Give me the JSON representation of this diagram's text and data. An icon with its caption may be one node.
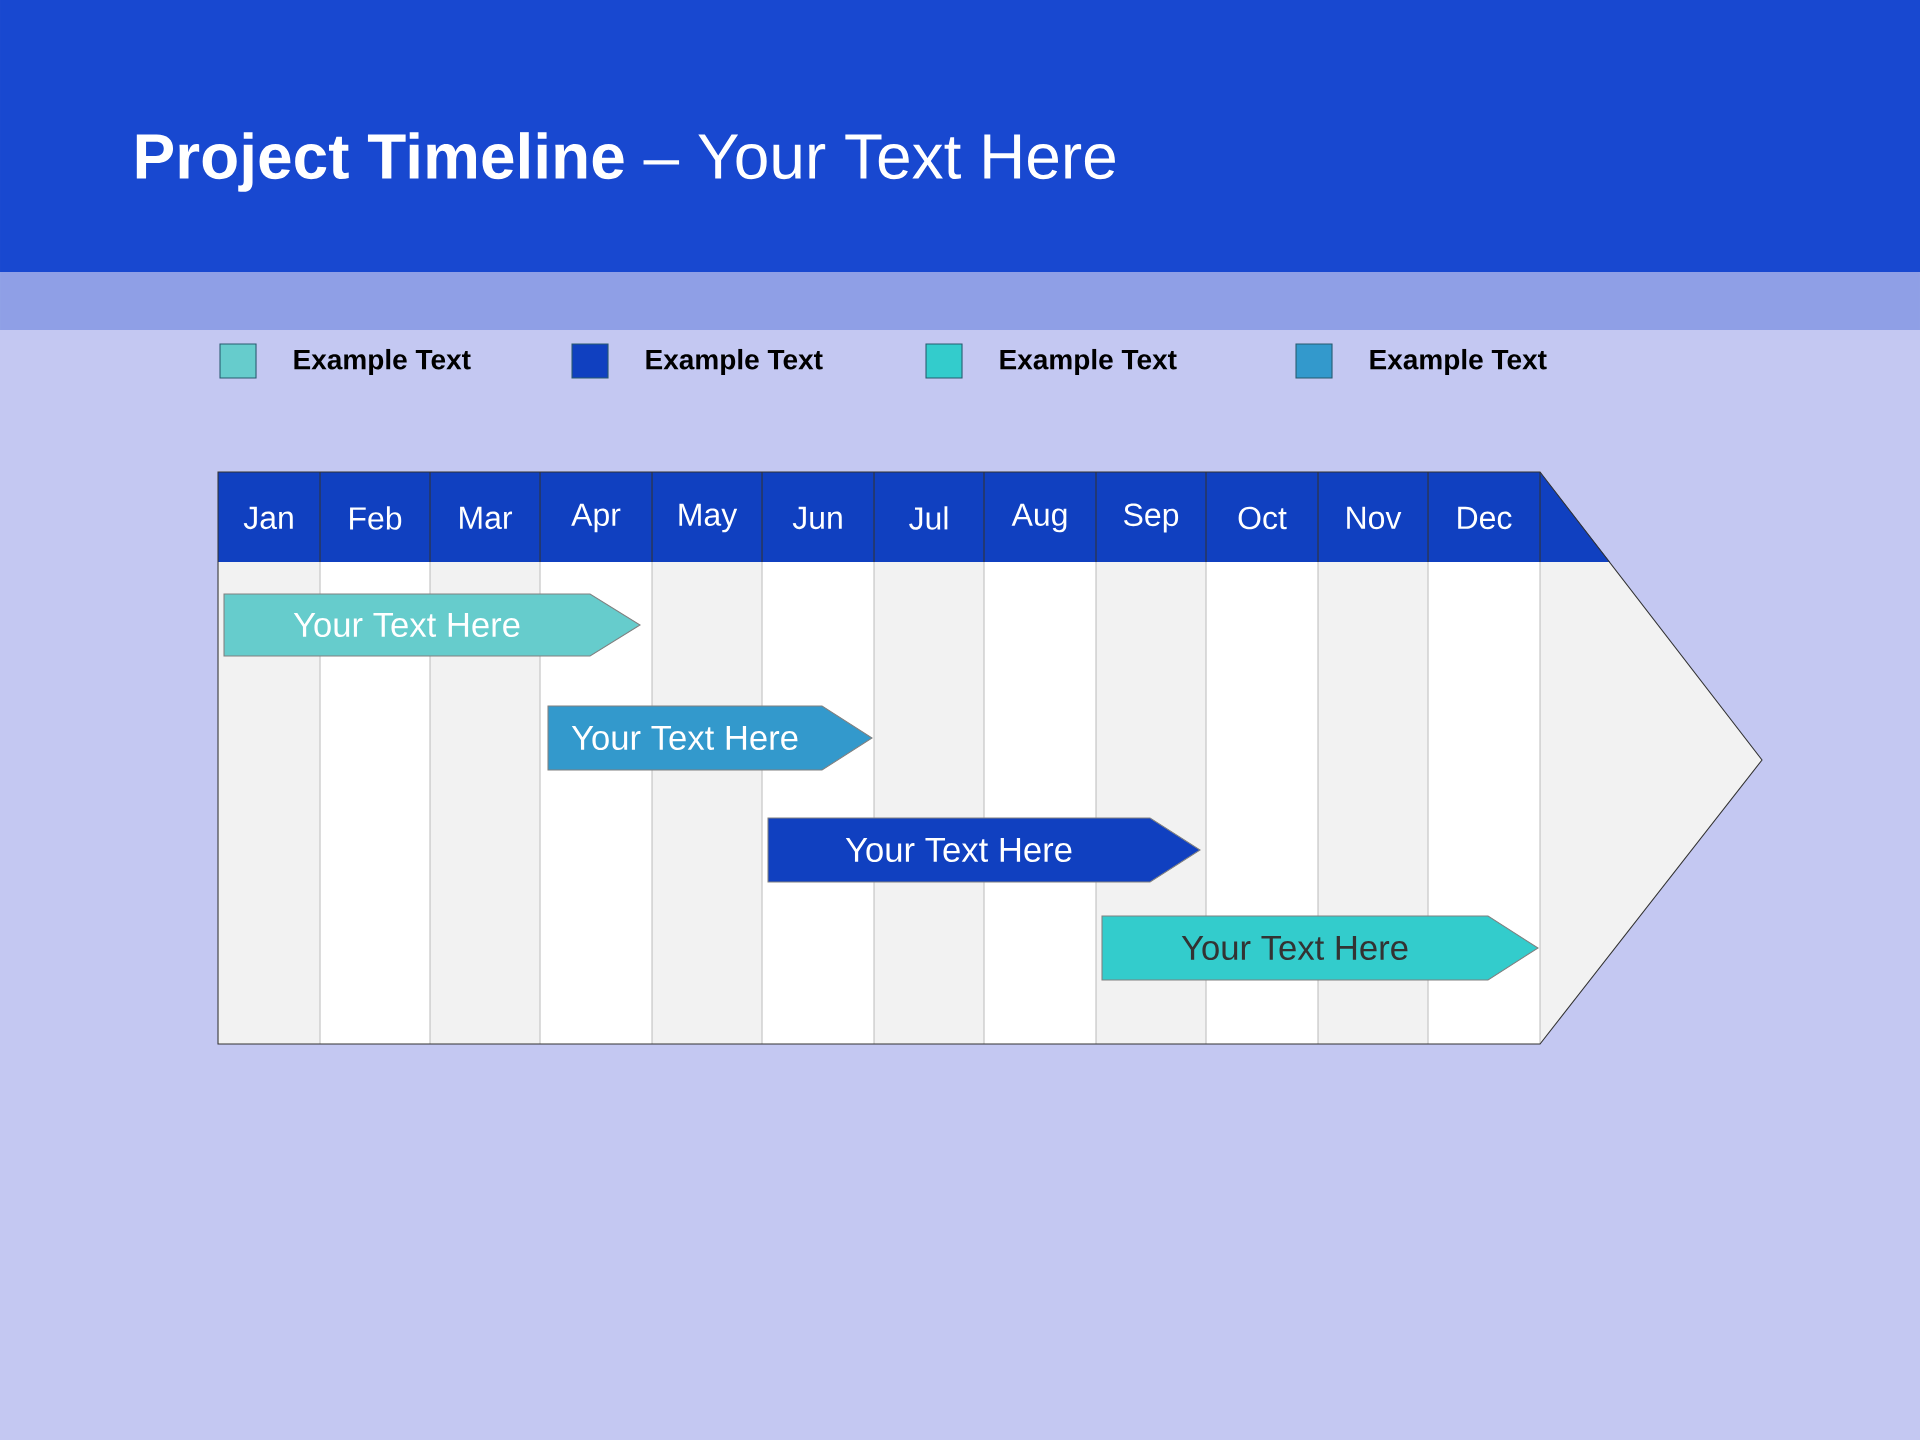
{
  "diagram": {
    "title": "**Project Timeline** – Your Text Here",
    "nodes": [
      {
        "text": [
          "Your Text Here"
        ]
      },
      {
        "text": [
          "Your Text Here"
        ]
      },
      {
        "text": [
          "Your Text Here"
        ]
      },
      {
        "text": [
          "Your Text Here"
        ]
      }
    ],
    "edges": [],
    "labels": [
      "Jan",
      "Feb",
      "Mar",
      "Apr",
      "May",
      "Jun",
      "Jul",
      "Aug",
      "Sep",
      "Oct",
      "Nov",
      "Dec"
    ],
    "legend": [
      {
        "text": "Example Text",
        "color": "#66cccc"
      },
      {
        "text": "Example Text",
        "color": "#1040c0"
      },
      {
        "text": "Example Text",
        "color": "#33cccc"
      },
      {
        "text": "Example Text",
        "color": "#3399cc"
      }
    ]
  }
}
